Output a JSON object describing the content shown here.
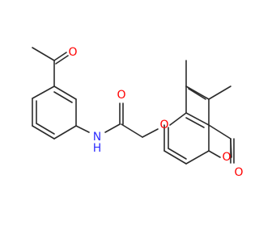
{
  "molecule": {
    "atoms": {
      "n_label": "N",
      "h_label": "H",
      "o_acetyl": "O",
      "o_amide": "O",
      "o_ether": "O",
      "o_ring": "O",
      "o_lactone": "O"
    },
    "colors": {
      "bond": "#2b2b2b",
      "nitrogen": "#3030ff",
      "oxygen": "#ff0000"
    }
  }
}
